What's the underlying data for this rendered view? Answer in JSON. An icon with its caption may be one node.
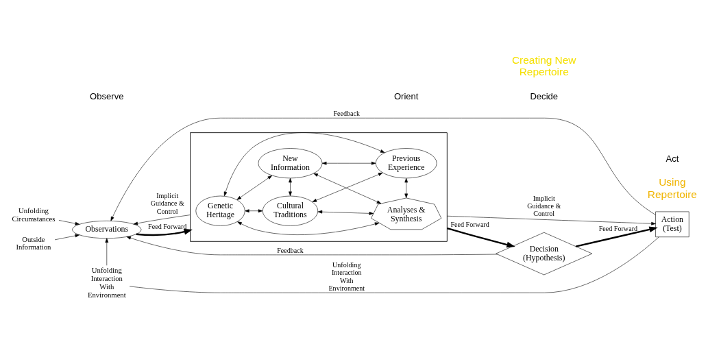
{
  "diagram": {
    "nodes": [
      {
        "text": [
          "Unfolding Circumstances"
        ]
      },
      {
        "text": [
          "Outside Information"
        ]
      },
      {
        "text": [
          "Observations"
        ]
      },
      {
        "text": [],
        "shape": "box"
      },
      {
        "text": [
          "Cultural Traditions"
        ],
        "in": 3
      },
      {
        "text": [
          "Genetic Heritage"
        ],
        "in": 3
      },
      {
        "text": [
          "Analyses & Synthesis"
        ],
        "in": 3
      },
      {
        "text": [
          "New Information"
        ],
        "in": 3
      },
      {
        "text": [
          "Previous Experience"
        ],
        "in": 3
      },
      {
        "text": [
          "Decision (Hypothesis)"
        ]
      },
      {
        "text": [
          "Action (Test)"
        ]
      },
      {
        "text": [
          "Unfolding Interaction With Environment"
        ]
      }
    ],
    "edges": [
      {
        "from": 0,
        "to": 2,
        "arrow": "to"
      },
      {
        "from": 1,
        "to": 2,
        "arrow": "to"
      },
      {
        "from": 3,
        "to": 2,
        "arrow": "to",
        "label": "Implicit Guidance & Control"
      },
      {
        "from": 2,
        "to": 3,
        "arrow": "to",
        "label": "Feed Forward",
        "style": "thick"
      },
      {
        "from": 4,
        "to": 5,
        "arrow": "both"
      },
      {
        "from": 4,
        "to": 6,
        "arrow": "both"
      },
      {
        "from": 4,
        "to": 7,
        "arrow": "both"
      },
      {
        "from": 4,
        "to": 8,
        "arrow": "both"
      },
      {
        "from": 5,
        "to": 6,
        "arrow": "both"
      },
      {
        "from": 5,
        "to": 7,
        "arrow": "both"
      },
      {
        "from": 5,
        "to": 8,
        "arrow": "both"
      },
      {
        "from": 6,
        "to": 7,
        "arrow": "both"
      },
      {
        "from": 6,
        "to": 8,
        "arrow": "both"
      },
      {
        "from": 7,
        "to": 8,
        "arrow": "both"
      },
      {
        "from": 3,
        "to": 9,
        "arrow": "to",
        "label": "Feed Forward",
        "style": "thick"
      },
      {
        "from": 3,
        "to": 10,
        "arrow": "to",
        "label": "Implicit Guidance & Control"
      },
      {
        "from": 9,
        "to": 10,
        "arrow": "to",
        "label": "Feed Forward",
        "style": "thick"
      },
      {
        "from": 9,
        "to": 2,
        "arrow": "to",
        "label": "Feedback"
      },
      {
        "from": 10,
        "to": 2,
        "arrow": "to",
        "label": "Feedback"
      },
      {
        "from": 10,
        "to": 11,
        "arrow": "none",
        "label": "Unfolding Interaction With Environment"
      },
      {
        "from": 11,
        "to": 2,
        "arrow": "to"
      }
    ],
    "labels": [
      "Using Repertoire",
      "Observe",
      "Orient",
      "Decide",
      "Act",
      "Creating New Repertoire"
    ]
  }
}
